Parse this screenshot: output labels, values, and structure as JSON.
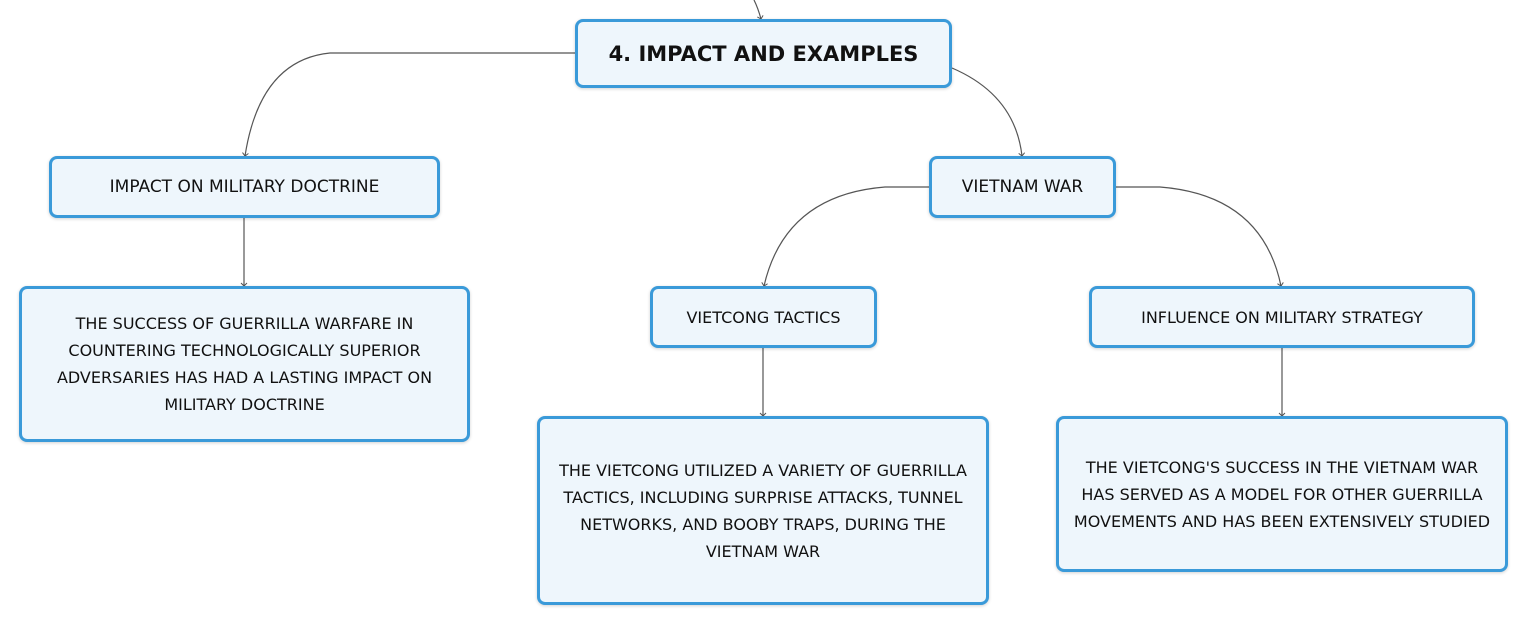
{
  "root": {
    "label": "4. IMPACT AND EXAMPLES"
  },
  "topics": {
    "military_doctrine": "IMPACT ON MILITARY DOCTRINE",
    "vietnam_war": "VIETNAM WAR",
    "vietcong_tactics": "VIETCONG TACTICS",
    "influence_on_strategy": "INFLUENCE ON MILITARY STRATEGY"
  },
  "details": {
    "military_doctrine": "THE SUCCESS OF GUERRILLA WARFARE IN COUNTERING TECHNOLOGICALLY SUPERIOR ADVERSARIES HAS HAD A LASTING IMPACT ON MILITARY DOCTRINE",
    "vietcong_tactics": "THE VIETCONG UTILIZED A VARIETY OF GUERRILLA TACTICS, INCLUDING SURPRISE ATTACKS, TUNNEL NETWORKS, AND BOOBY TRAPS, DURING THE VIETNAM WAR",
    "influence_on_strategy": "THE VIETCONG'S SUCCESS IN THE VIETNAM WAR HAS SERVED AS A MODEL FOR OTHER GUERRILLA MOVEMENTS AND HAS BEEN EXTENSIVELY STUDIED"
  },
  "colors": {
    "node_border": "#3a9ad9",
    "node_fill": "#eef6fc",
    "connector": "#555555",
    "text": "#111111"
  }
}
